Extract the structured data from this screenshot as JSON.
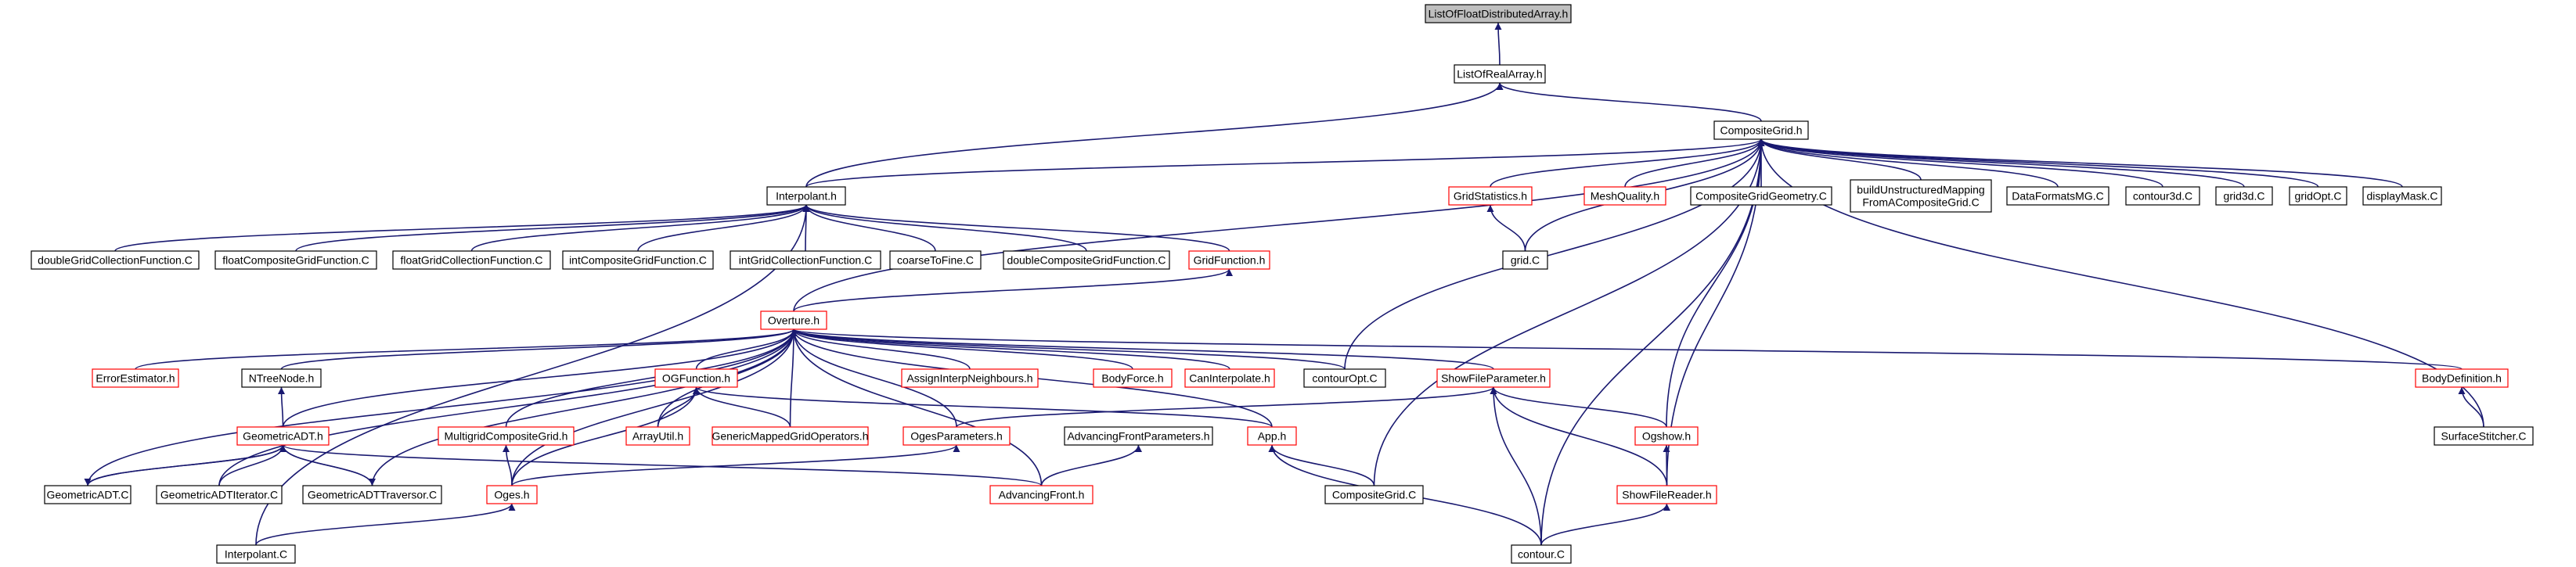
{
  "colors": {
    "edge": "#191970",
    "border_default": "#000000",
    "border_incomplete": "#ff0000",
    "root_fill": "#bfbfbf",
    "node_fill": "#ffffff"
  },
  "nodes": [
    {
      "id": "root",
      "label": "ListOfFloatDistributedArray.h",
      "style": "root"
    },
    {
      "id": "lora",
      "label": "ListOfRealArray.h",
      "style": "default"
    },
    {
      "id": "cg",
      "label": "CompositeGrid.h",
      "style": "default"
    },
    {
      "id": "interp",
      "label": "Interpolant.h",
      "style": "default"
    },
    {
      "id": "dgcf",
      "label": "doubleGridCollectionFunction.C",
      "style": "default"
    },
    {
      "id": "fcgf",
      "label": "floatCompositeGridFunction.C",
      "style": "default"
    },
    {
      "id": "fgcf",
      "label": "floatGridCollectionFunction.C",
      "style": "default"
    },
    {
      "id": "icgf",
      "label": "intCompositeGridFunction.C",
      "style": "default"
    },
    {
      "id": "igcf",
      "label": "intGridCollectionFunction.C",
      "style": "default"
    },
    {
      "id": "c2f",
      "label": "coarseToFine.C",
      "style": "default"
    },
    {
      "id": "dcgf",
      "label": "doubleCompositeGridFunction.C",
      "style": "default"
    },
    {
      "id": "gf",
      "label": "GridFunction.h",
      "style": "incomplete"
    },
    {
      "id": "gs",
      "label": "GridStatistics.h",
      "style": "incomplete"
    },
    {
      "id": "mq",
      "label": "MeshQuality.h",
      "style": "incomplete"
    },
    {
      "id": "cgg",
      "label": "CompositeGridGeometry.C",
      "style": "default"
    },
    {
      "id": "bum",
      "label": "buildUnstructuredMapping\nFromACompositeGrid.C",
      "style": "default"
    },
    {
      "id": "dfmg",
      "label": "DataFormatsMG.C",
      "style": "default"
    },
    {
      "id": "c3d",
      "label": "contour3d.C",
      "style": "default"
    },
    {
      "id": "g3d",
      "label": "grid3d.C",
      "style": "default"
    },
    {
      "id": "gopt",
      "label": "gridOpt.C",
      "style": "default"
    },
    {
      "id": "dm",
      "label": "displayMask.C",
      "style": "default"
    },
    {
      "id": "gridc",
      "label": "grid.C",
      "style": "default"
    },
    {
      "id": "ov",
      "label": "Overture.h",
      "style": "incomplete"
    },
    {
      "id": "ee",
      "label": "ErrorEstimator.h",
      "style": "incomplete"
    },
    {
      "id": "ntn",
      "label": "NTreeNode.h",
      "style": "default"
    },
    {
      "id": "ogf",
      "label": "OGFunction.h",
      "style": "incomplete"
    },
    {
      "id": "ain",
      "label": "AssignInterpNeighbours.h",
      "style": "incomplete"
    },
    {
      "id": "bf",
      "label": "BodyForce.h",
      "style": "incomplete"
    },
    {
      "id": "ci",
      "label": "CanInterpolate.h",
      "style": "incomplete"
    },
    {
      "id": "copt",
      "label": "contourOpt.C",
      "style": "default"
    },
    {
      "id": "sfp",
      "label": "ShowFileParameter.h",
      "style": "incomplete"
    },
    {
      "id": "bd",
      "label": "BodyDefinition.h",
      "style": "incomplete"
    },
    {
      "id": "gadt",
      "label": "GeometricADT.h",
      "style": "incomplete"
    },
    {
      "id": "mcg",
      "label": "MultigridCompositeGrid.h",
      "style": "incomplete"
    },
    {
      "id": "au",
      "label": "ArrayUtil.h",
      "style": "incomplete"
    },
    {
      "id": "gmgo",
      "label": "GenericMappedGridOperators.h",
      "style": "incomplete"
    },
    {
      "id": "ogp",
      "label": "OgesParameters.h",
      "style": "incomplete"
    },
    {
      "id": "afp",
      "label": "AdvancingFrontParameters.h",
      "style": "default"
    },
    {
      "id": "app",
      "label": "App.h",
      "style": "incomplete"
    },
    {
      "id": "ogshow",
      "label": "Ogshow.h",
      "style": "incomplete"
    },
    {
      "id": "ss",
      "label": "SurfaceStitcher.C",
      "style": "default"
    },
    {
      "id": "gadtc",
      "label": "GeometricADT.C",
      "style": "default"
    },
    {
      "id": "gadti",
      "label": "GeometricADTIterator.C",
      "style": "default"
    },
    {
      "id": "gadtt",
      "label": "GeometricADTTraversor.C",
      "style": "default"
    },
    {
      "id": "oges",
      "label": "Oges.h",
      "style": "incomplete"
    },
    {
      "id": "af",
      "label": "AdvancingFront.h",
      "style": "incomplete"
    },
    {
      "id": "cgc",
      "label": "CompositeGrid.C",
      "style": "default"
    },
    {
      "id": "sfr",
      "label": "ShowFileReader.h",
      "style": "incomplete"
    },
    {
      "id": "interpc",
      "label": "Interpolant.C",
      "style": "default"
    },
    {
      "id": "contc",
      "label": "contour.C",
      "style": "default"
    }
  ]
}
